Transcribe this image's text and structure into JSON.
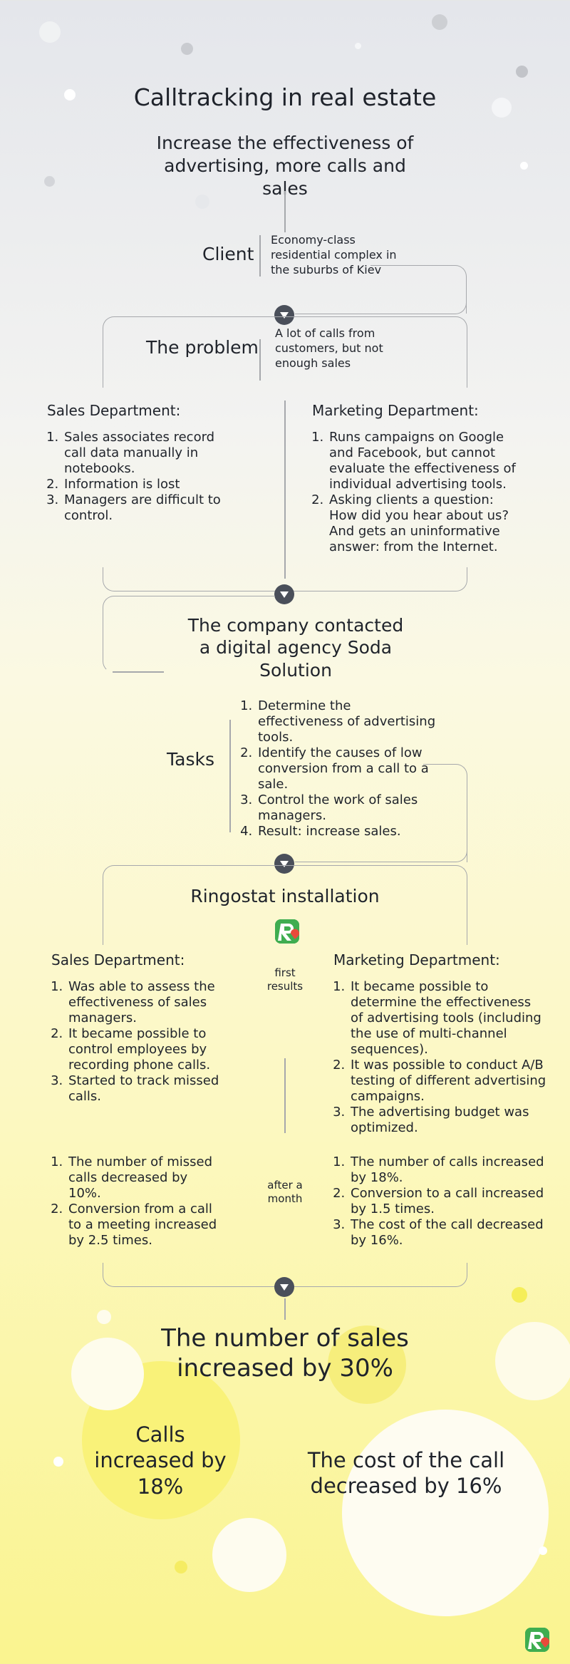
{
  "title": "Calltracking in real estate",
  "subtitle": "Increase the effectiveness of advertising, more calls and sales",
  "client": {
    "label": "Client",
    "text": "Economy-class residential complex in the suburbs of Kiev"
  },
  "problem": {
    "label": "The problem",
    "text": "A lot of calls from customers, but not enough sales"
  },
  "problem_sales": {
    "heading": "Sales Department:",
    "items": [
      "Sales associates record call data manually in notebooks.",
      "Information is lost",
      "Managers are difficult to control."
    ]
  },
  "problem_marketing": {
    "heading": "Marketing Department:",
    "items": [
      "Runs campaigns on Google and Facebook, but cannot evaluate the effectiveness of individual advertising tools.",
      "Asking clients a question: How did you hear about us? And gets an uninformative answer: from the Internet."
    ]
  },
  "agency": {
    "text": "The company contacted a digital agency Soda Solution"
  },
  "tasks": {
    "label": "Tasks",
    "items": [
      "Determine the effectiveness of advertising tools.",
      "Identify the causes of low conversion from a call to a sale.",
      "Control the work of sales managers.",
      "Result: increase sales."
    ]
  },
  "installation": {
    "title": "Ringostat installation"
  },
  "first_results": {
    "label": "first results",
    "sales_heading": "Sales Department:",
    "sales_items": [
      "Was able to assess the effectiveness of sales managers.",
      "It became possible to control employees by recording phone calls.",
      "Started to track missed calls."
    ],
    "marketing_heading": "Marketing Department:",
    "marketing_items": [
      "It became possible to determine the effectiveness of advertising tools (including the use of multi-channel sequences).",
      "It was possible to conduct A/B testing of different advertising campaigns.",
      "The advertising budget was optimized."
    ]
  },
  "month_results": {
    "label": "after a month",
    "sales_items": [
      "The number of missed calls decreased by 10%.",
      "Conversion from a call to a meeting increased by 2.5 times."
    ],
    "marketing_items": [
      "The number of calls increased by 18%.",
      "Conversion to a call increased by 1.5 times.",
      "The cost of the call decreased by 16%."
    ]
  },
  "summary": {
    "main": "The number of sales increased by 30%",
    "calls": "Calls increased by 18%",
    "cost": "The cost of the call decreased by 16%"
  },
  "colors": {
    "accent_green": "#3fad50",
    "accent_red": "#e94a3a",
    "badge": "#4a4f5a",
    "connector": "#a6a8ac"
  }
}
